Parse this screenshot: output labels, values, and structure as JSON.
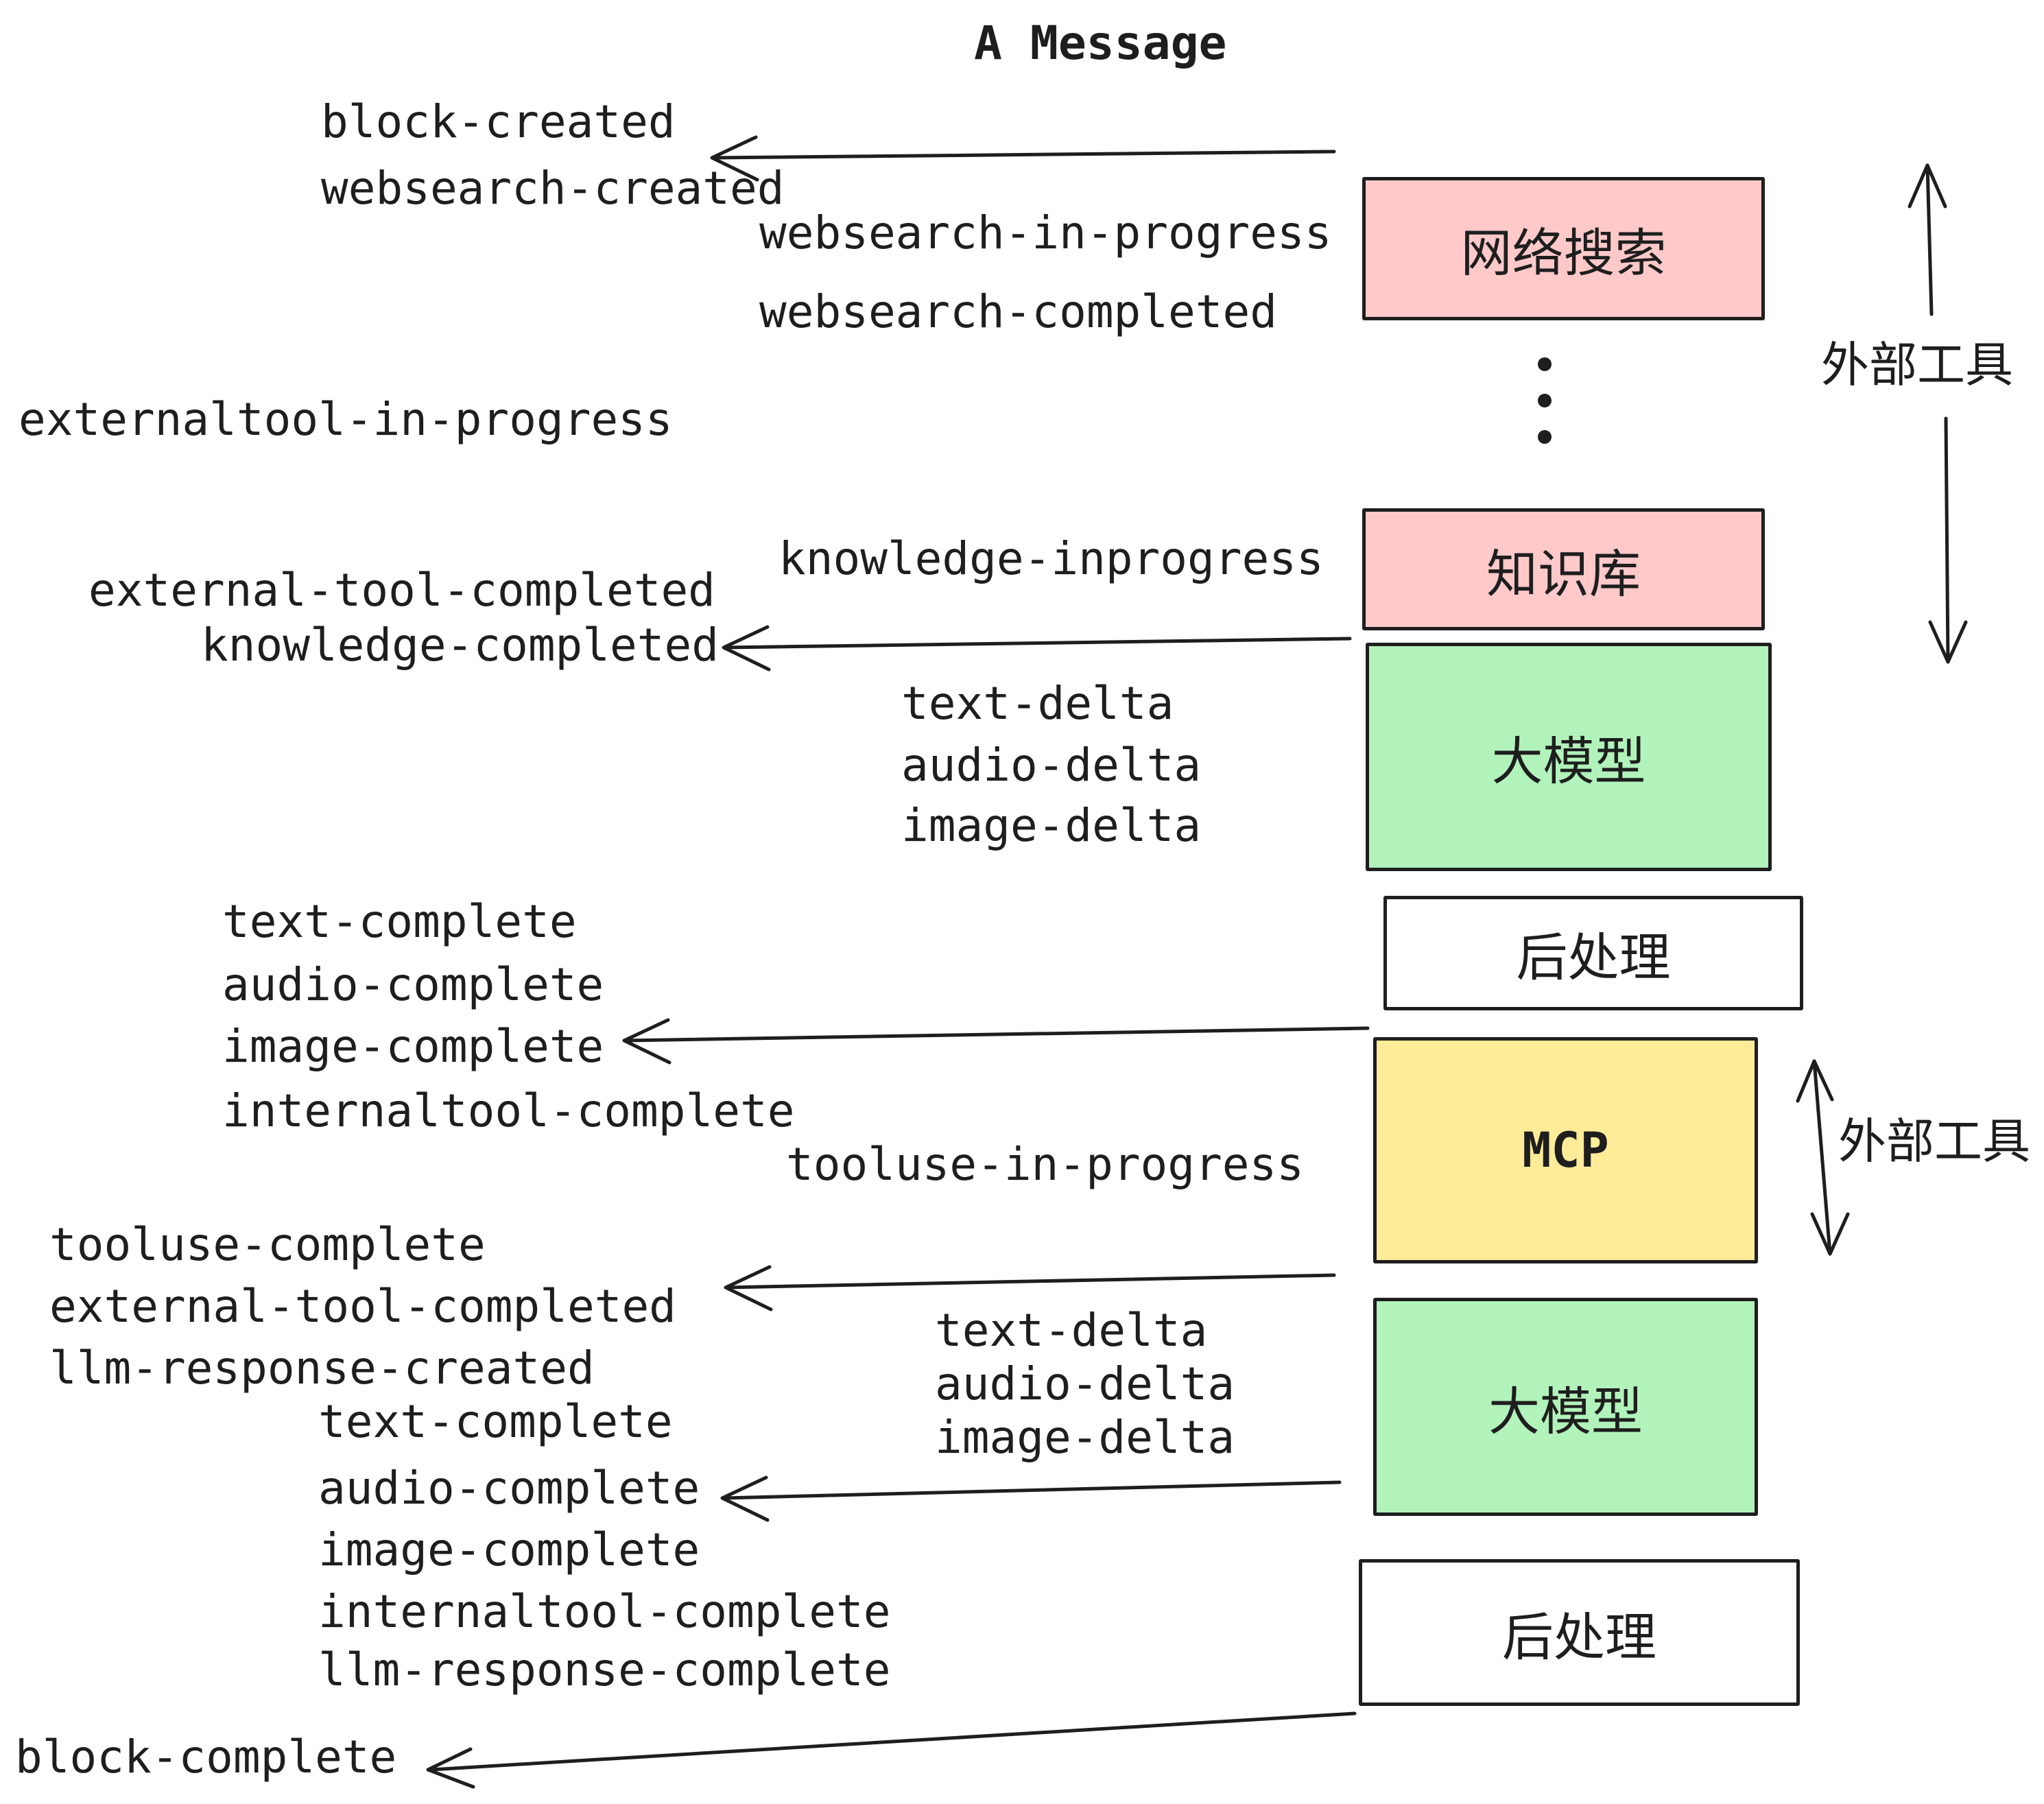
{
  "title": "A Message",
  "events": {
    "block_created": "block-created",
    "websearch_created": "websearch-created",
    "websearch_in_progress": "websearch-in-progress",
    "websearch_completed": "websearch-completed",
    "externaltool_in_progress": "externaltool-in-progress",
    "knowledge_inprogress": "knowledge-inprogress",
    "external_tool_completed_1": "external-tool-completed",
    "knowledge_completed": "knowledge-completed",
    "text_delta_1": "text-delta",
    "audio_delta_1": "audio-delta",
    "image_delta_1": "image-delta",
    "text_complete_1": "text-complete",
    "audio_complete_1": "audio-complete",
    "image_complete_1": "image-complete",
    "internaltool_complete_1": "internaltool-complete",
    "tooluse_in_progress": "tooluse-in-progress",
    "tooluse_complete": "tooluse-complete",
    "external_tool_completed_2": "external-tool-completed",
    "llm_response_created": "llm-response-created",
    "text_delta_2": "text-delta",
    "audio_delta_2": "audio-delta",
    "image_delta_2": "image-delta",
    "text_complete_2": "text-complete",
    "audio_complete_2": "audio-complete",
    "image_complete_2": "image-complete",
    "internaltool_complete_2": "internaltool-complete",
    "llm_response_complete": "llm-response-complete",
    "block_complete": "block-complete"
  },
  "nodes": [
    {
      "id": "websearch",
      "label": "网络搜索",
      "color": "#ffc9c9"
    },
    {
      "id": "knowledge",
      "label": "知识库",
      "color": "#ffc9c9"
    },
    {
      "id": "llm-1",
      "label": "大模型",
      "color": "#b2f2bb"
    },
    {
      "id": "postprocess-1",
      "label": "后处理",
      "color": "#ffffff"
    },
    {
      "id": "mcp",
      "label": "MCP",
      "color": "#ffec99"
    },
    {
      "id": "llm-2",
      "label": "大模型",
      "color": "#b2f2bb"
    },
    {
      "id": "postprocess-2",
      "label": "后处理",
      "color": "#ffffff"
    }
  ],
  "annotations": {
    "external_tools_top": "外部工具",
    "external_tools_bottom": "外部工具"
  },
  "colors": {
    "stroke": "#1e1e1e",
    "background": "#ffffff",
    "pink": "#ffc9c9",
    "green": "#b2f2bb",
    "yellow": "#ffec99"
  }
}
